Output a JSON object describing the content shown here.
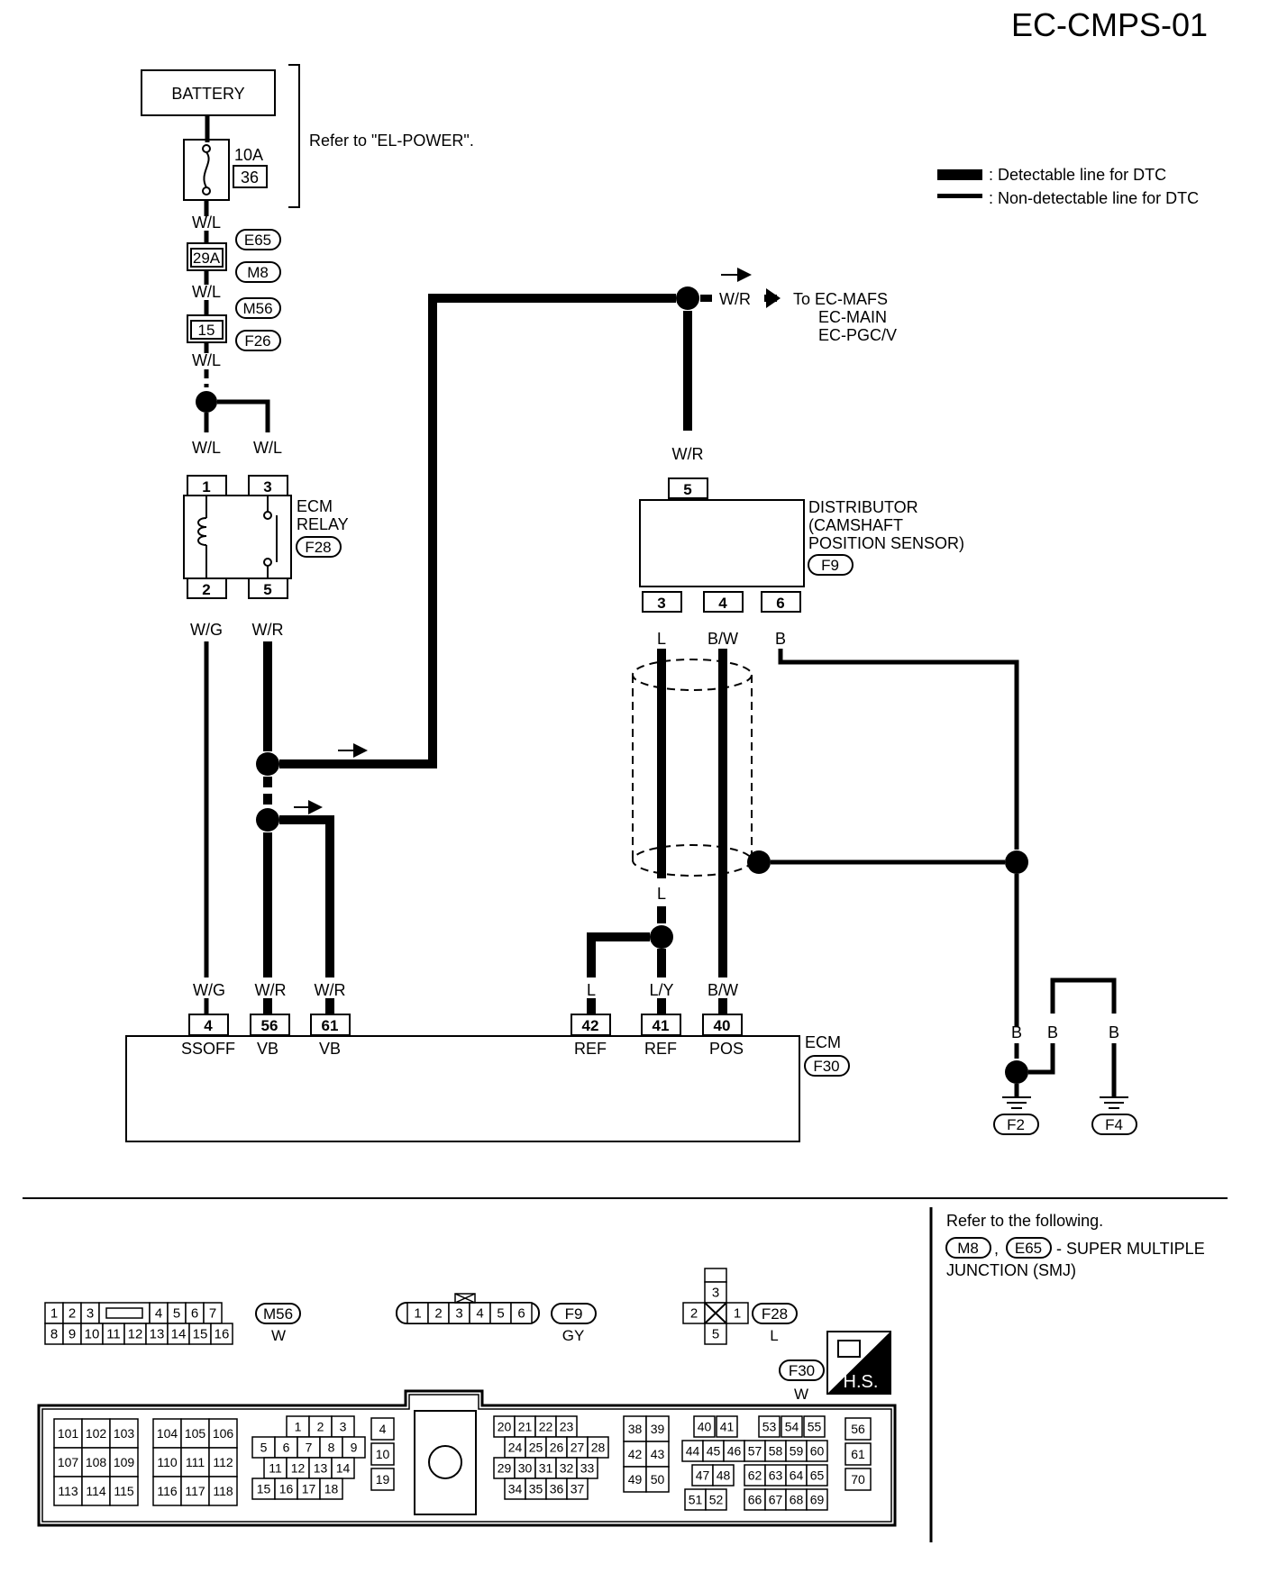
{
  "page_id": "EC-CMPS-01",
  "battery": "BATTERY",
  "fuse": {
    "rating": "10A",
    "number": "36"
  },
  "refer_power": "Refer to \"EL-POWER\".",
  "legend": {
    "detectable": ": Detectable line for DTC",
    "non_detectable": ": Non-detectable line for DTC"
  },
  "wire_colors": {
    "wl": "W/L",
    "wr": "W/R",
    "wg": "W/G",
    "l": "L",
    "ly": "L/Y",
    "bw": "B/W",
    "b": "B"
  },
  "connectors": {
    "e65": "E65",
    "m8": "M8",
    "m56": "M56",
    "f26": "F26",
    "f28": "F28",
    "f9": "F9",
    "f30": "F30",
    "f2": "F2",
    "f4": "F4"
  },
  "pins": {
    "p29a": "29A",
    "p15": "15",
    "p1": "1",
    "p3": "3",
    "p2": "2",
    "p5": "5",
    "d5": "5",
    "d3": "3",
    "d4": "4",
    "d6": "6",
    "e4": "4",
    "e56": "56",
    "e61": "61",
    "e42": "42",
    "e41": "41",
    "e40": "40"
  },
  "ecm_relay": [
    "ECM",
    "RELAY"
  ],
  "to_targets": {
    "prefix": "To EC-MAFS",
    "line2": "EC-MAIN",
    "line3": "EC-PGC/V"
  },
  "distributor": [
    "DISTRIBUTOR",
    "(CAMSHAFT",
    "POSITION SENSOR)"
  ],
  "ecm": {
    "label": "ECM",
    "ssoff": "SSOFF",
    "vb1": "VB",
    "vb2": "VB",
    "ref1": "REF",
    "ref2": "REF",
    "pos": "POS"
  },
  "refer_following": {
    "line1": "Refer to the following.",
    "m8": "M8",
    "e65": "E65",
    "rest": "- SUPER MULTIPLE",
    "line3": "JUNCTION (SMJ)"
  },
  "connector_views": {
    "m56": {
      "name": "M56",
      "color": "W",
      "top": [
        "1",
        "2",
        "3",
        "",
        "4",
        "5",
        "6",
        "7"
      ],
      "bottom": [
        "8",
        "9",
        "10",
        "11",
        "12",
        "13",
        "14",
        "15",
        "16"
      ]
    },
    "f9": {
      "name": "F9",
      "color": "GY",
      "pins": [
        "1",
        "2",
        "3",
        "4",
        "5",
        "6"
      ]
    },
    "f28": {
      "name": "F28",
      "color": "L",
      "pins": [
        "3",
        "2",
        "1",
        "5"
      ]
    },
    "f30": {
      "name": "F30",
      "color": "W",
      "badge": "H.S."
    },
    "ecm_groups": {
      "a": [
        [
          "101",
          "102",
          "103"
        ],
        [
          "107",
          "108",
          "109"
        ],
        [
          "113",
          "114",
          "115"
        ]
      ],
      "b": [
        [
          "104",
          "105",
          "106"
        ],
        [
          "110",
          "111",
          "112"
        ],
        [
          "116",
          "117",
          "118"
        ]
      ],
      "c": [
        [
          "1",
          "2",
          "3"
        ],
        [
          "5",
          "6",
          "7",
          "8",
          "9"
        ],
        [
          "11",
          "12",
          "13",
          "14"
        ],
        [
          "15",
          "16",
          "17",
          "18"
        ]
      ],
      "d": [
        "4",
        "10",
        "19"
      ],
      "e": [
        [
          "20",
          "21",
          "22",
          "23"
        ],
        [
          "24",
          "25",
          "26",
          "27",
          "28"
        ],
        [
          "29",
          "30",
          "31",
          "32",
          "33"
        ],
        [
          "34",
          "35",
          "36",
          "37"
        ]
      ],
      "f": [
        [
          "38",
          "39"
        ],
        [
          "42",
          "43"
        ],
        [
          "49",
          "50"
        ]
      ],
      "g": [
        [
          "40",
          "41",
          "53",
          "54",
          "55"
        ],
        [
          "44",
          "45",
          "46",
          "57",
          "58",
          "59",
          "60"
        ],
        [
          "47",
          "48",
          "62",
          "63",
          "64",
          "65"
        ],
        [
          "51",
          "52",
          "66",
          "67",
          "68",
          "69"
        ]
      ],
      "h": [
        "56",
        "61",
        "70"
      ]
    }
  }
}
